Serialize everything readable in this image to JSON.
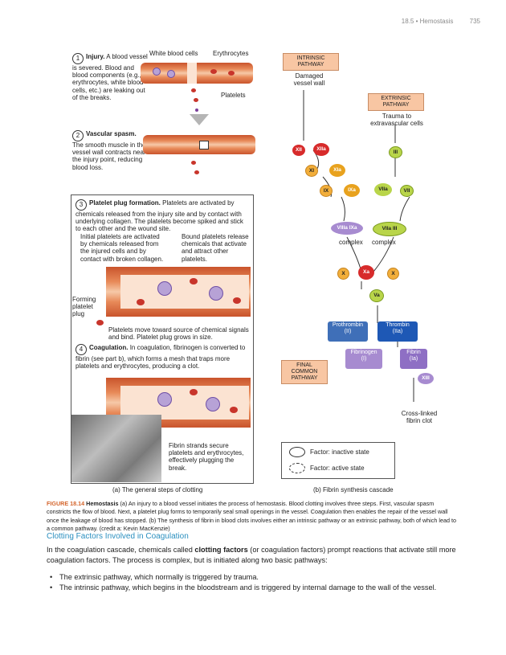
{
  "header": {
    "section": "18.5 • Hemostasis",
    "page": "735"
  },
  "left": {
    "white_blood_cells": "White blood cells",
    "erythrocytes": "Erythrocytes",
    "platelets": "Platelets",
    "step1": {
      "num": "1",
      "title": "Injury.",
      "text": "A blood vessel is severed. Blood and blood components (e.g., erythrocytes, white blood cells, etc.) are leaking out of the breaks."
    },
    "step2": {
      "num": "2",
      "title": "Vascular spasm.",
      "text": "The smooth muscle in the vessel wall contracts near the injury point, reducing blood loss."
    },
    "step3": {
      "num": "3",
      "title": "Platelet plug formation.",
      "text": "Platelets are activated by chemicals released from the injury site and by contact with underlying collagen. The platelets become spiked and stick to each other and the wound site."
    },
    "initial_platelets": "Initial platelets are activated by chemicals released from the injured cells and by contact with broken collagen.",
    "bound_platelets": "Bound platelets release chemicals that activate and attract other platelets.",
    "forming_plug": "Forming platelet plug",
    "platelets_move": "Platelets move toward source of chemical signals and bind. Platelet plug grows in size.",
    "step4": {
      "num": "4",
      "title": "Coagulation.",
      "text": "In coagulation, fibrinogen is converted to fibrin (see part b), which forms a mesh that traps more platelets and erythrocytes, producing a clot."
    },
    "fibrin_strands": "Fibrin strands secure platelets and erythrocytes, effectively plugging the break.",
    "label_a": "(a) The general steps of clotting"
  },
  "right": {
    "intrinsic": "INTRINSIC PATHWAY",
    "damaged": "Damaged vessel wall",
    "extrinsic": "EXTRINSIC PATHWAY",
    "trauma": "Trauma to extravascular cells",
    "factors": {
      "xii": "XII",
      "xiia": "XIIa",
      "xi": "XI",
      "xia": "XIa",
      "ix": "IX",
      "ixa": "IXa",
      "iii": "III",
      "viia": "VIIa",
      "vii": "VII",
      "viii_ixa": "VIIIa IXa",
      "viia_iii": "VIIa III",
      "x1": "X",
      "xa": "Xa",
      "x2": "X",
      "va": "Va",
      "xiii": "XIII"
    },
    "complex1": "complex",
    "complex2": "complex",
    "prothrombin": "Prothrombin",
    "prothrombin_sub": "(II)",
    "thrombin": "Thrombin",
    "thrombin_sub": "(IIa)",
    "fibrinogen": "Fibrinogen",
    "fibrinogen_sub": "(I)",
    "fibrin": "Fibrin",
    "fibrin_sub": "(Ia)",
    "final": "FINAL COMMON PATHWAY",
    "crosslinked": "Cross-linked fibrin clot",
    "legend_inactive": "Factor: inactive state",
    "legend_active": "Factor: active state",
    "label_b": "(b) Fibrin synthesis cascade"
  },
  "caption": {
    "fig": "FIGURE 18.14",
    "title": "Hemostasis",
    "text": "(a) An injury to a blood vessel initiates the process of hemostasis. Blood clotting involves three steps. First, vascular spasm constricts the flow of blood. Next, a platelet plug forms to temporarily seal small openings in the vessel. Coagulation then enables the repair of the vessel wall once the leakage of blood has stopped. (b) The synthesis of fibrin in blood clots involves either an intrinsic pathway or an extrinsic pathway, both of which lead to a common pathway. (credit a: Kevin MacKenzie)"
  },
  "section_heading": "Clotting Factors Involved in Coagulation",
  "paragraph": {
    "before": "In the coagulation cascade, chemicals called ",
    "bold": "clotting factors",
    "after": " (or coagulation factors) prompt reactions that activate still more coagulation factors. The process is complex, but is initiated along two basic pathways:"
  },
  "bullets": [
    "The extrinsic pathway, which normally is triggered by trauma.",
    "The intrinsic pathway, which begins in the bloodstream and is triggered by internal damage to the wall of the vessel."
  ]
}
